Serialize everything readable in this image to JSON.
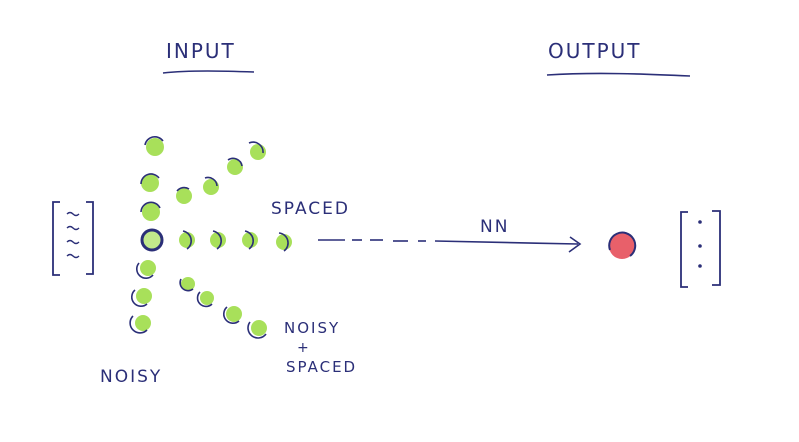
{
  "labels": {
    "input": "INPUT",
    "output": "OUTPUT",
    "spaced": "SPACED",
    "nn": "NN",
    "noisy_spaced_line1": "NOISY",
    "noisy_spaced_line2": "+",
    "noisy_spaced_line3": "SPACED",
    "noisy": "NOISY"
  },
  "colors": {
    "ink": "#2b2f78",
    "green": "#a8e05a",
    "red": "#e8606a"
  },
  "icons": {
    "input_vector": "bracket-vector-with-wave-glyphs",
    "output_vector": "bracket-vector-with-dots",
    "output_node": "red-dot"
  }
}
